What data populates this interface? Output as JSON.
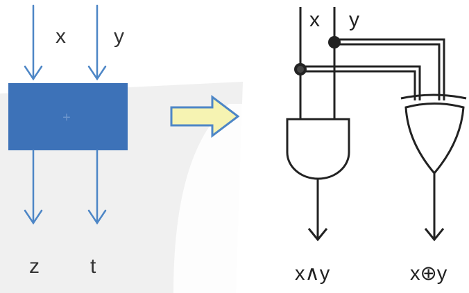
{
  "colors": {
    "adder_fill": "#3d72b8",
    "arrow_blue": "#4d86c6",
    "transform_arrow_fill": "#f6f3b2",
    "transform_arrow_stroke": "#4d86c6",
    "wire": "#222222",
    "junction_dot": "#222222",
    "backdrop": "#eeeeee"
  },
  "half_adder_block": {
    "symbol": "+",
    "inputs": [
      "x",
      "y"
    ],
    "outputs": [
      "z",
      "t"
    ]
  },
  "circuit": {
    "inputs": [
      "x",
      "y"
    ],
    "gates": [
      {
        "type": "AND",
        "icon": "and-gate-icon"
      },
      {
        "type": "XOR",
        "icon": "xor-gate-icon"
      }
    ],
    "outputs": [
      "x∧y",
      "x⊕y"
    ]
  }
}
